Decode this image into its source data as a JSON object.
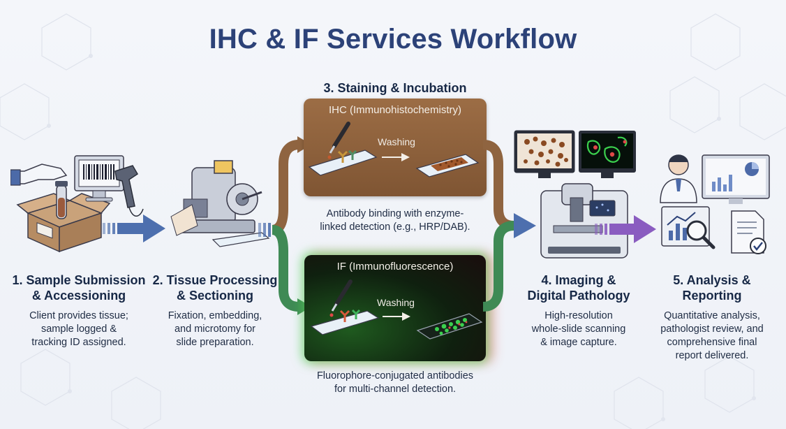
{
  "title": "IHC & IF Services Workflow",
  "steps": [
    {
      "title_lines": [
        "1. Sample Submission",
        "& Accessioning"
      ],
      "desc_lines": [
        "Client provides tissue;",
        "sample logged &",
        "tracking ID assigned."
      ]
    },
    {
      "title_lines": [
        "2. Tissue Processing",
        "& Sectioning"
      ],
      "desc_lines": [
        "Fixation, embedding,",
        "and microtomy for",
        "slide preparation."
      ]
    },
    {
      "title_lines": [
        "3. Staining & Incubation"
      ],
      "desc_lines": []
    },
    {
      "title_lines": [
        "4. Imaging &",
        "Digital Pathology"
      ],
      "desc_lines": [
        "High-resolution",
        "whole-slide scanning",
        "& image capture."
      ]
    },
    {
      "title_lines": [
        "5. Analysis &",
        "Reporting"
      ],
      "desc_lines": [
        "Quantitative analysis,",
        "pathologist review, and",
        "comprehensive final",
        "report delivered."
      ]
    }
  ],
  "ihc": {
    "title": "IHC (Immunohistochemistry)",
    "washing": "Washing",
    "desc_lines": [
      "Antibody binding with enzyme-",
      "linked detection (e.g., HRP/DAB)."
    ]
  },
  "if": {
    "title": "IF (Immunofluorescence)",
    "washing": "Washing",
    "desc_lines": [
      "Fluorophore-conjugated antibodies",
      "for multi-channel detection."
    ]
  },
  "colors": {
    "title": "#2c4278",
    "flow_arrow": "#4d6fae",
    "ihc_branch": "#8f6440",
    "if_branch": "#3f8a55",
    "report_arrow": "#8a5cc0",
    "ihc_panel": "#8b5e3c",
    "if_glow_green": "#3cdc50",
    "if_glow_red": "#f04646"
  },
  "icons": [
    "hand-icon",
    "specimen-tube-icon",
    "cardboard-box-icon",
    "barcode-monitor-icon",
    "barcode-scanner-icon",
    "microtome-icon",
    "glass-slide-icon",
    "dropper-icon",
    "antibody-icon",
    "microscope-slide-scanner-icon",
    "monitor-ihc-image-icon",
    "monitor-if-image-icon",
    "pathologist-icon",
    "analytics-monitor-icon",
    "magnifier-chart-icon",
    "report-document-icon",
    "checkmark-icon"
  ]
}
